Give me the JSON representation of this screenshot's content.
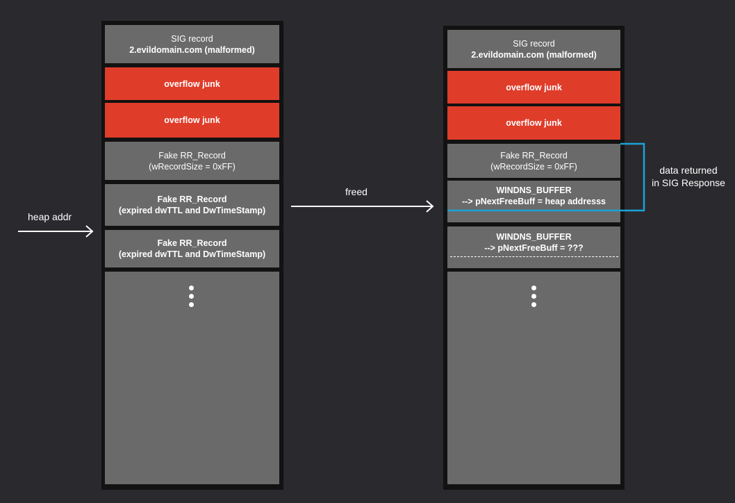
{
  "left_column": {
    "cells": [
      {
        "line1": "SIG record",
        "line2": "2.evildomain.com (malformed)"
      },
      {
        "text": "overflow junk"
      },
      {
        "text": "overflow junk"
      },
      {
        "line1": "Fake RR_Record",
        "line2": "(wRecordSize = 0xFF)"
      },
      {
        "line1": "Fake RR_Record",
        "line2": "(expired dwTTL and DwTimeStamp)"
      },
      {
        "line1": "Fake RR_Record",
        "line2": "(expired dwTTL and DwTimeStamp)"
      }
    ]
  },
  "right_column": {
    "cells": [
      {
        "line1": "SIG record",
        "line2": "2.evildomain.com (malformed)"
      },
      {
        "text": "overflow junk"
      },
      {
        "text": "overflow junk"
      },
      {
        "line1": "Fake RR_Record",
        "line2": "(wRecordSize = 0xFF)"
      },
      {
        "line1": "WINDNS_BUFFER",
        "line2": "--> pNextFreeBuff = heap addresss"
      },
      {
        "line1": "WINDNS_BUFFER",
        "line2": "--> pNextFreeBuff = ???"
      }
    ]
  },
  "labels": {
    "heap_addr": "heap addr",
    "freed": "freed",
    "data_returned": "data returned",
    "in_sig_response": "in SIG Response"
  },
  "colors": {
    "background": "#2a292d",
    "column_frame": "#121212",
    "cell_gray": "#6a6a6a",
    "cell_red": "#e03c2a",
    "bracket_blue": "#1aa3d9",
    "arrow_white": "#ffffff"
  }
}
